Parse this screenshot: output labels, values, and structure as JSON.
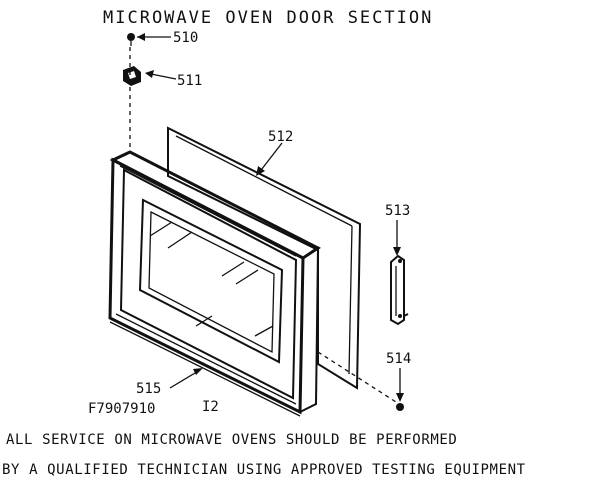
{
  "title": "MICROWAVE OVEN DOOR SECTION",
  "callouts": {
    "p510": "510",
    "p511": "511",
    "p512": "512",
    "p513": "513",
    "p514": "514",
    "p515": "515"
  },
  "part_number": "F7907910",
  "revision": "I2",
  "notice": {
    "line1": "ALL SERVICE ON MICROWAVE OVENS SHOULD BE PERFORMED",
    "line2": "BY A QUALIFIED TECHNICIAN USING APPROVED TESTING EQUIPMENT"
  }
}
